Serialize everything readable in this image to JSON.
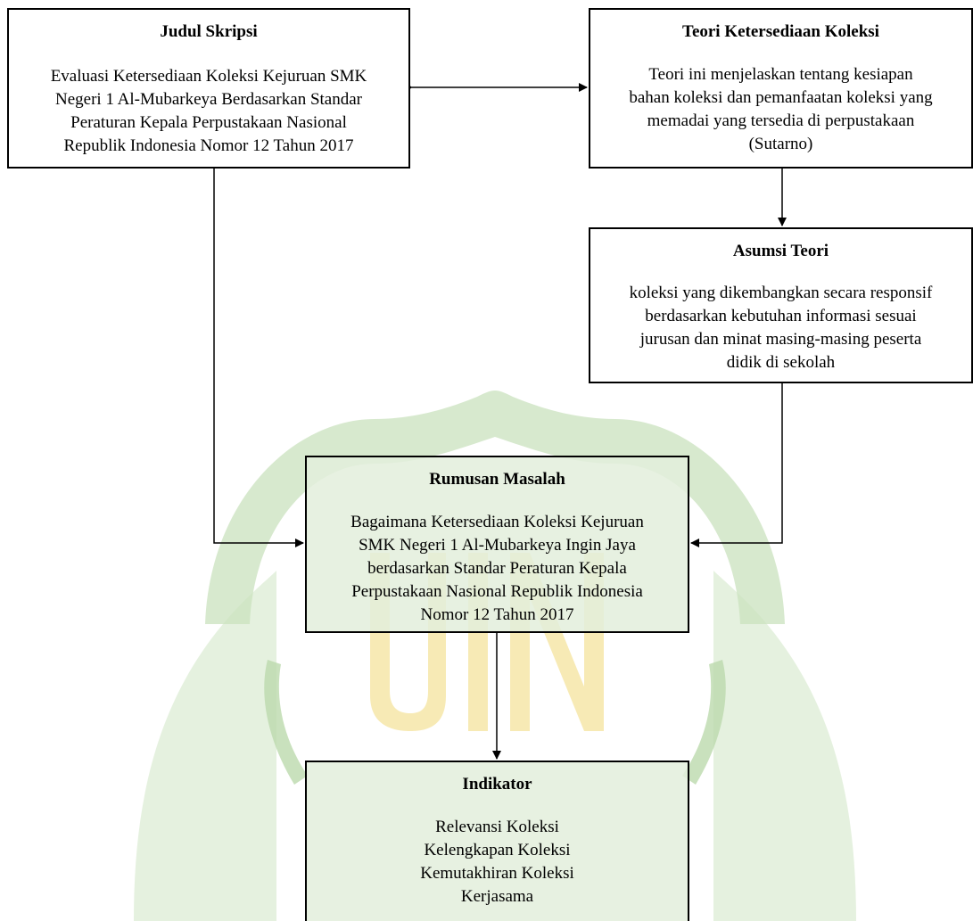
{
  "judul": {
    "title": "Judul Skripsi",
    "lines": [
      "Evaluasi Ketersediaan Koleksi Kejuruan SMK",
      "Negeri 1 Al-Mubarkeya Berdasarkan Standar",
      "Peraturan Kepala Perpustakaan Nasional",
      "Republik Indonesia Nomor 12 Tahun 2017"
    ]
  },
  "teori": {
    "title": "Teori Ketersediaan Koleksi",
    "lines": [
      "Teori ini menjelaskan tentang kesiapan",
      "bahan koleksi dan pemanfaatan koleksi yang",
      "memadai yang tersedia di perpustakaan",
      "(Sutarno)"
    ]
  },
  "asumsi": {
    "title": "Asumsi Teori",
    "lines": [
      "koleksi yang dikembangkan secara responsif",
      "berdasarkan kebutuhan informasi sesuai",
      "jurusan dan minat masing-masing peserta",
      "didik di sekolah"
    ]
  },
  "rumusan": {
    "title": "Rumusan Masalah",
    "lines": [
      "Bagaimana Ketersediaan Koleksi Kejuruan",
      "SMK Negeri 1 Al-Mubarkeya Ingin Jaya",
      "berdasarkan Standar Peraturan Kepala",
      "Perpustakaan Nasional Republik Indonesia",
      "Nomor 12 Tahun 2017"
    ]
  },
  "indikator": {
    "title": "Indikator",
    "lines": [
      "Relevansi Koleksi",
      "Kelengkapan Koleksi",
      "Kemutakhiran Koleksi",
      "Kerjasama"
    ]
  },
  "colors": {
    "box_fill_highlight": "#e3efdc",
    "watermark_green": "#aad199",
    "watermark_yellow": "#f6e8ad",
    "stroke": "#000000"
  }
}
